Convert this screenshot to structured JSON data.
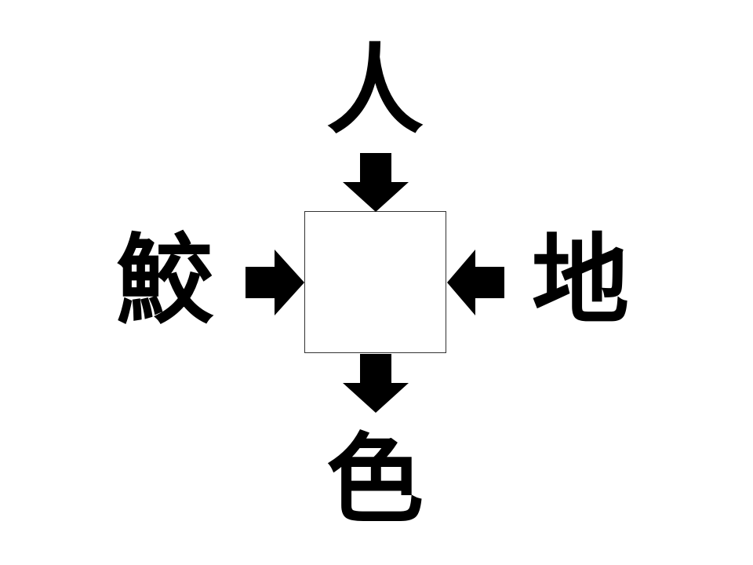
{
  "puzzle": {
    "top_char": "人",
    "left_char": "鮫",
    "right_char": "地",
    "bottom_char": "色",
    "answer_char": ""
  },
  "colors": {
    "ink": "#000000",
    "box_border": "#333333",
    "background": "#ffffff"
  }
}
